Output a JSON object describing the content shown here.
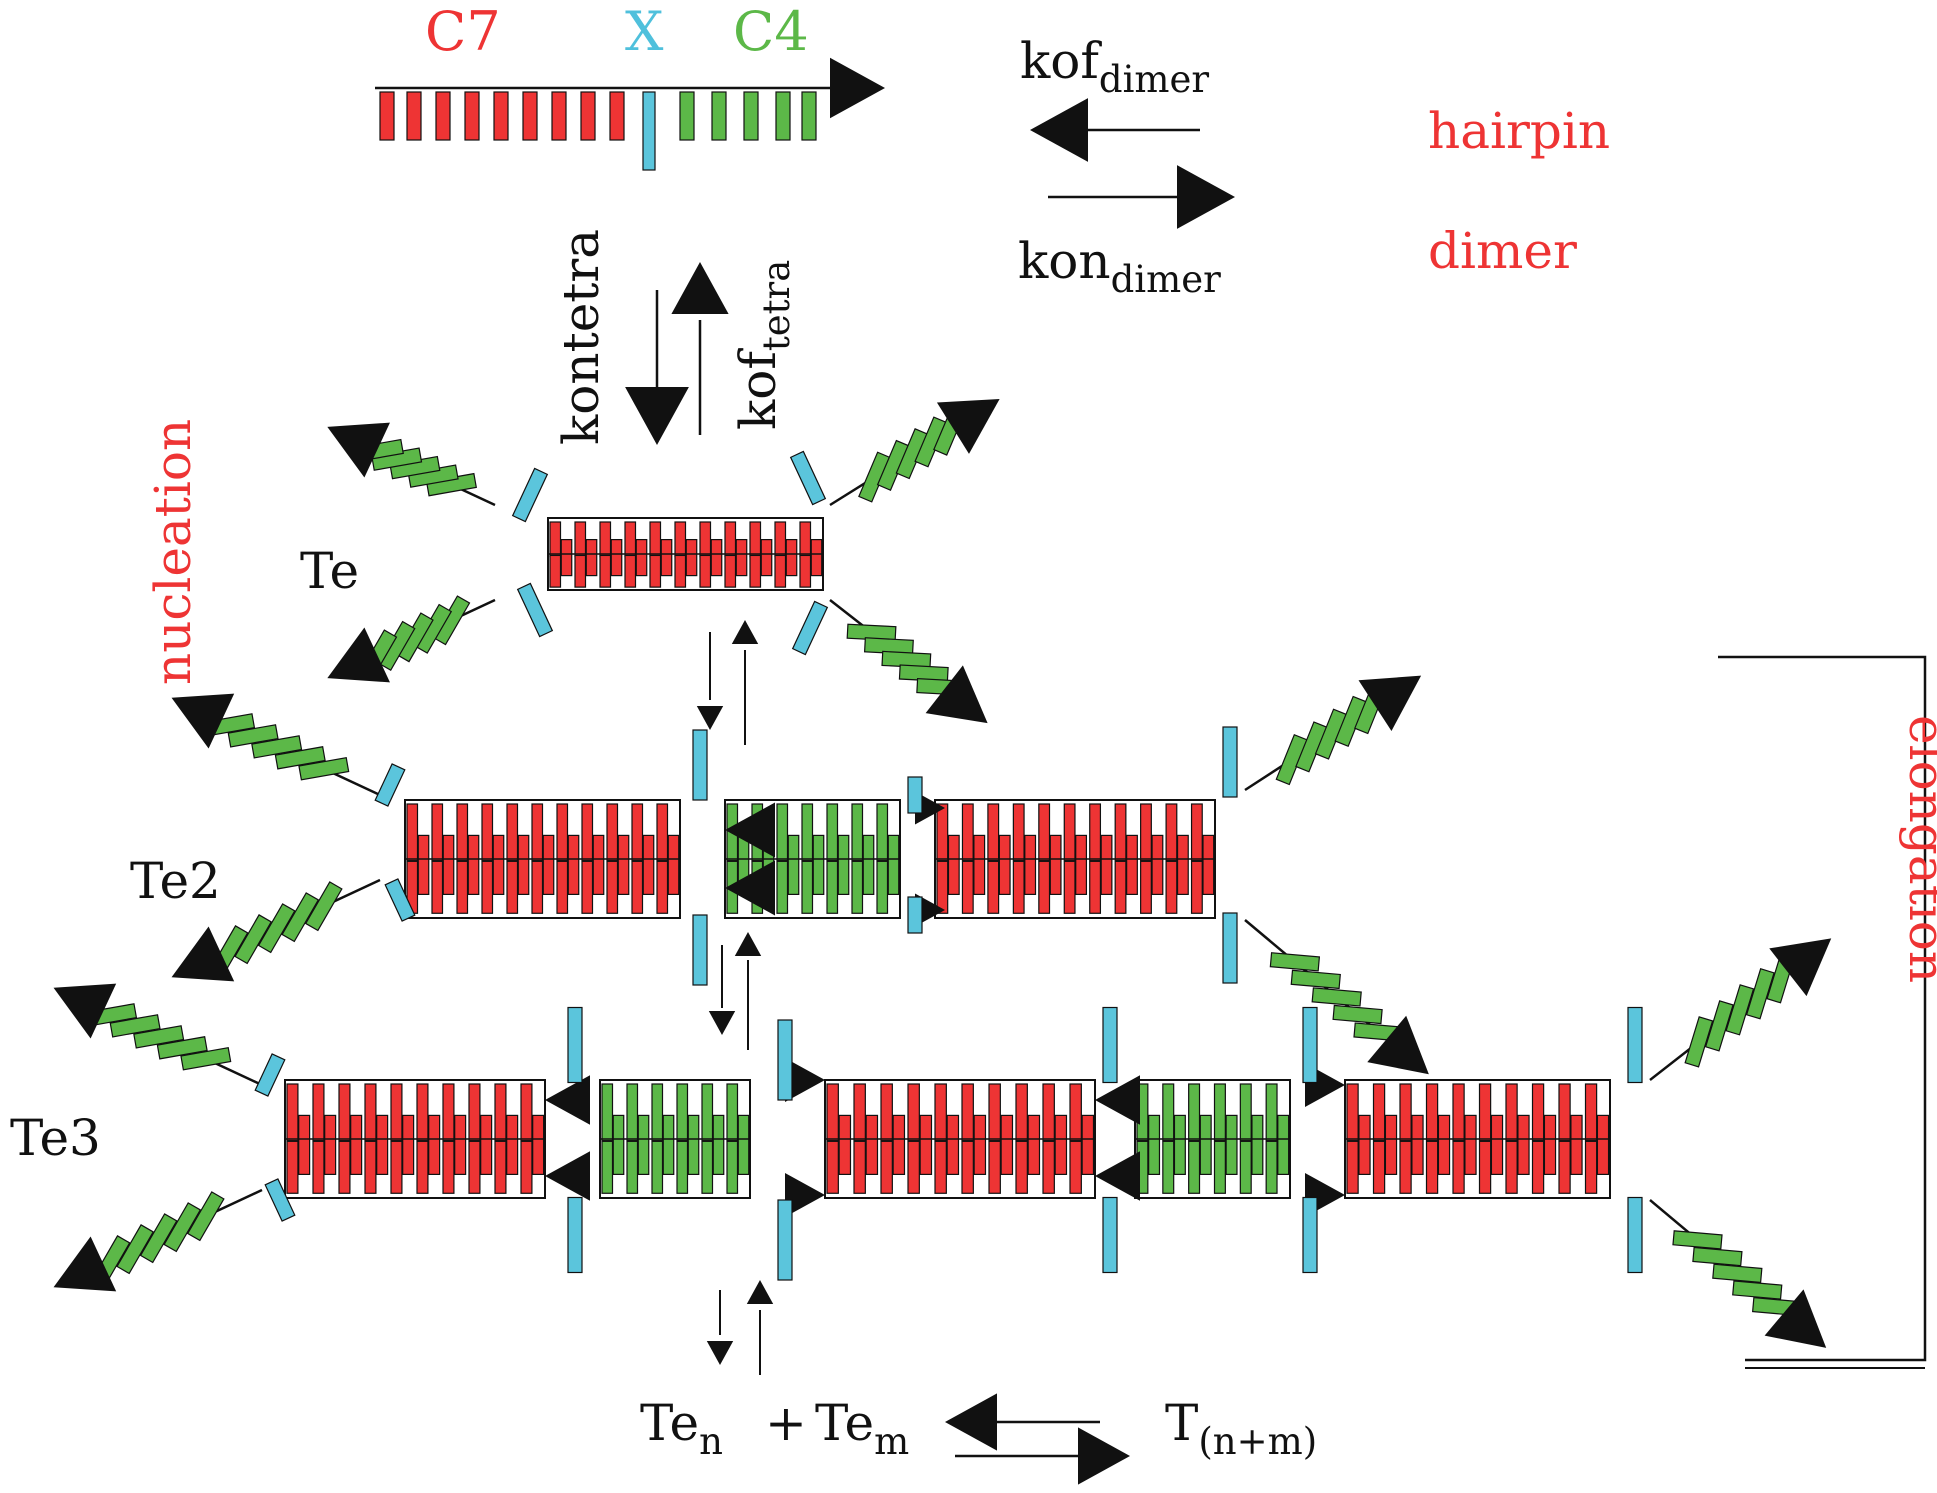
{
  "legend": {
    "c7": "C7",
    "x": "X",
    "c4": "C4"
  },
  "rates": {
    "kof_dimer": {
      "main": "kof",
      "sub": "dimer"
    },
    "kon_dimer": {
      "main": "kon",
      "sub": "dimer"
    },
    "kon_tetra": {
      "text": "kontetra"
    },
    "kof_tetra": {
      "main": "kof",
      "sub": "tetra"
    }
  },
  "states": {
    "hairpin": "hairpin",
    "dimer": "dimer"
  },
  "phases": {
    "nucleation": "nucleation",
    "elongation": "elongation"
  },
  "species": {
    "te": "Te",
    "te2": "Te2",
    "te3": "Te3"
  },
  "equation": {
    "term1": {
      "main": "Te",
      "sub": "n"
    },
    "plus": "+",
    "term2": {
      "main": "Te",
      "sub": "m"
    },
    "product": {
      "main": "T",
      "sub": "(n+m)"
    }
  },
  "colors": {
    "red_segment": "#ee3434",
    "green_segment": "#5cb848",
    "blue_segment": "#5bc5dc",
    "label_red": "#ee3434",
    "label_cyan": "#4fc0dc",
    "label_green": "#5cb848",
    "ink": "#111111"
  }
}
